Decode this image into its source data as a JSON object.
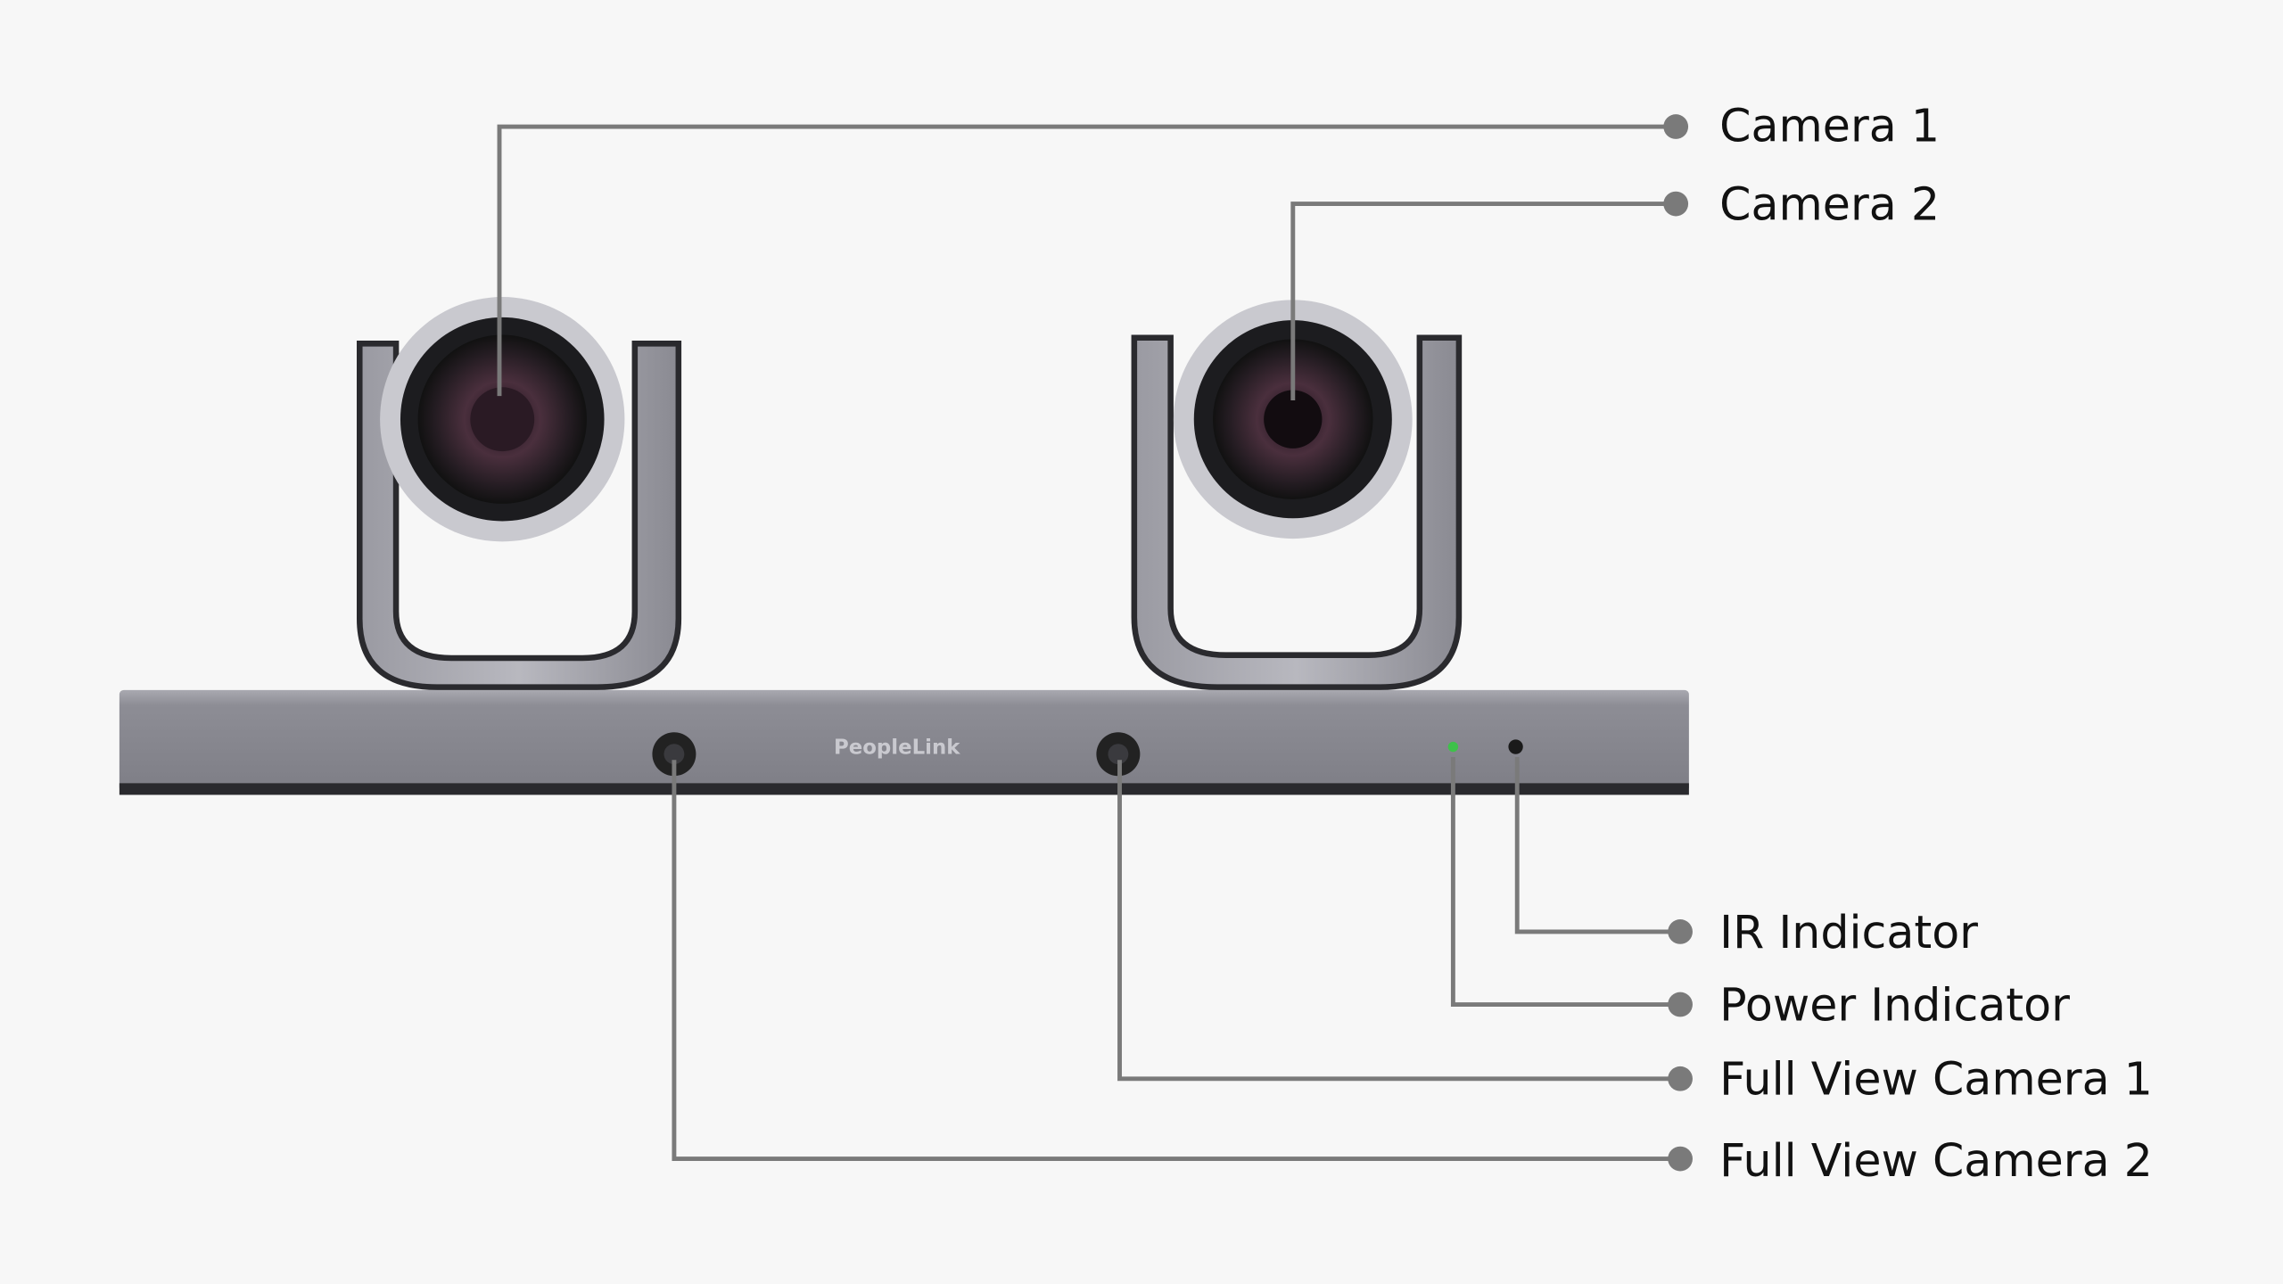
{
  "device": {
    "logo_text": "PeopleLink"
  },
  "callouts": [
    {
      "id": "camera-1",
      "label": "Camera 1"
    },
    {
      "id": "camera-2",
      "label": "Camera 2"
    },
    {
      "id": "ir-indicator",
      "label": "IR Indicator"
    },
    {
      "id": "power-indicator",
      "label": "Power Indicator"
    },
    {
      "id": "full-view-camera-1",
      "label": "Full View Camera 1"
    },
    {
      "id": "full-view-camera-2",
      "label": "Full View Camera 2"
    }
  ],
  "colors": {
    "background": "#f7f7f7",
    "leader_line": "#7a7a7a",
    "body": "#8a8a92",
    "power_led": "#3ec14a"
  }
}
